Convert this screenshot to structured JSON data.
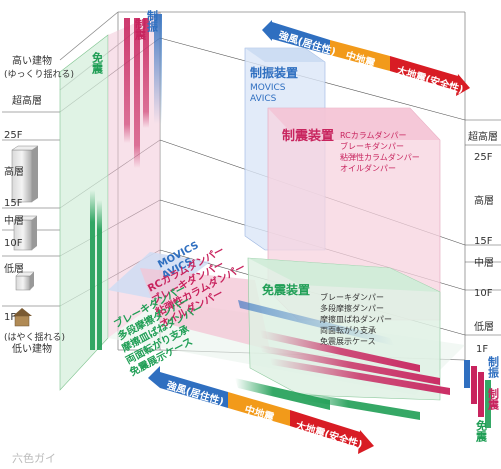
{
  "left_axis": {
    "top_caption": "高い建物",
    "top_caption_sub": "(ゆっくり揺れる)",
    "levels": [
      "超高層",
      "25F",
      "高層",
      "15F",
      "中層",
      "10F",
      "低層",
      "1F"
    ],
    "bottom_caption": "(はやく揺れる)",
    "bottom_caption_sub": "低い建物"
  },
  "right_axis": {
    "levels": [
      "超高層",
      "25F",
      "高層",
      "15F",
      "中層",
      "10F",
      "低層",
      "1F"
    ]
  },
  "top_scale": {
    "weak": "強風(居住性)",
    "mid": "中地震",
    "strong": "大地震(安全性)"
  },
  "bottom_scale": {
    "weak": "強風(居住性)",
    "mid": "中地震",
    "strong": "大地震(安全性)"
  },
  "vertical_axis_labels": {
    "left_vibration_control": "制振",
    "left_seismic_damping": "制震",
    "left_isolation": "免震",
    "right_vibration_control": "制振",
    "right_seismic_damping": "制震",
    "right_isolation": "免震"
  },
  "boxes": {
    "vibration_control": {
      "title": "制振装置",
      "items": [
        "MOVICS",
        "AVICS"
      ]
    },
    "seismic_damping": {
      "title": "制震装置",
      "items": [
        "RCカラムダンパー",
        "ブレーキダンパー",
        "粘弾性カラムダンパー",
        "オイルダンパー"
      ]
    },
    "isolation": {
      "title": "免震装置",
      "items": [
        "ブレーキダンパー",
        "多段摩擦ダンパー",
        "摩擦皿ばねダンパー",
        "両面転がり支承",
        "免震展示ケース"
      ]
    }
  },
  "floor_labels": {
    "vibration_control": [
      "MOVICS",
      "AVICS"
    ],
    "seismic_damping": [
      "RCカラムダンパー",
      "ブレーキダンパー",
      "粘弾性カラムダンパー",
      "オイルダンパー"
    ],
    "isolation": [
      "ブレーキダンパー",
      "多段摩擦ダンパー",
      "摩擦皿ばねダンパー",
      "両面転がり支承",
      "免震展示ケース"
    ]
  },
  "watermark": "六色ガイ",
  "colors": {
    "blue": "#2f6fc0",
    "pink": "#c8245e",
    "green": "#1f9e55",
    "orange": "#f29a1a",
    "red": "#d81c24"
  }
}
